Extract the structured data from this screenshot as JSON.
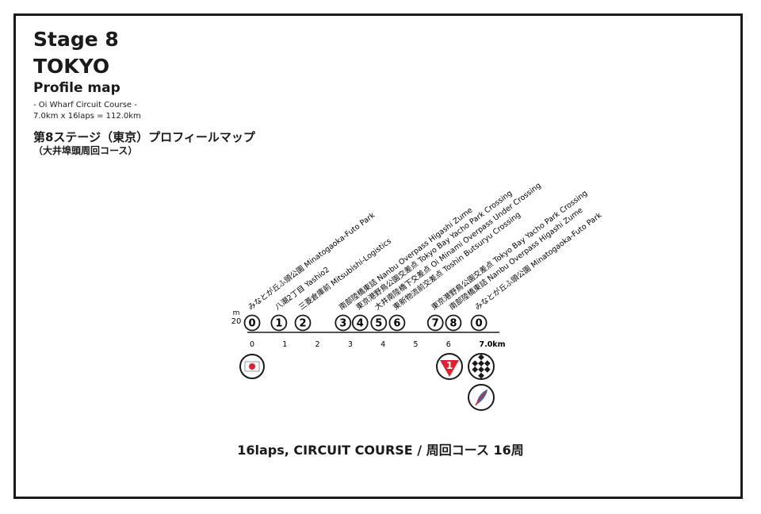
{
  "header": {
    "stage": "Stage 8",
    "city": "TOKYO",
    "title": "Profile map",
    "course_name": "- Oi Wharf Circuit Course -",
    "distance_formula": "7.0km x 16laps = 112.0km",
    "title_jp": "第8ステージ（東京）プロフィールマップ",
    "course_jp": "（大井埠頭周回コース）"
  },
  "chart": {
    "y_unit": "m",
    "y_value": "20",
    "axis_ticks": [
      "0",
      "1",
      "2",
      "3",
      "4",
      "5",
      "6",
      "7.0km"
    ],
    "axis_max_km": 7.0
  },
  "checkpoints": [
    {
      "number": "0",
      "km": 0.0,
      "label": "みなとが丘ふ頭公園 Minatogaoka-Futo Park"
    },
    {
      "number": "1",
      "km": 0.82,
      "label": "八潮2丁目 Yashio2"
    },
    {
      "number": "2",
      "km": 1.55,
      "label": "三菱倉庫前 Mitsubishi-Logistics"
    },
    {
      "number": "3",
      "km": 2.78,
      "label": "南部陸橋東詰 Nanbu Overpass Higashi Zume"
    },
    {
      "number": "4",
      "km": 3.3,
      "label": "東京港野鳥公園交差点 Tokyo Bay Yacho Park Crossing"
    },
    {
      "number": "5",
      "km": 3.87,
      "label": "大井南陸橋下交差点 Oi Minami Overpass Under Crossing"
    },
    {
      "number": "6",
      "km": 4.43,
      "label": "東新物流前交差点 Toshin Butsuryu Crossing"
    },
    {
      "number": "7",
      "km": 5.6,
      "label": "東京港野鳥公園交差点 Tokyo Bay Yacho Park Crossing"
    },
    {
      "number": "8",
      "km": 6.15,
      "label": "南部陸橋東詰 Nanbu Overpass Higashi Zume"
    },
    {
      "number": "0",
      "km": 6.93,
      "label": "みなとが丘ふ頭公園 Minatogaoka-Futo Park"
    }
  ],
  "markers": {
    "start_icon": "japan-flag-icon",
    "last_lap_icon": "last-lap-triangle-icon",
    "last_lap_number": "1",
    "finish_icon": "checkered-flag-icon",
    "award_icon": "feather-emblem-icon"
  },
  "colors": {
    "ink": "#1a1a1a",
    "red": "#e0202c",
    "accent_blue": "#3a6fb3"
  },
  "footer": "16laps, CIRCUIT COURSE / 周回コース 16周"
}
